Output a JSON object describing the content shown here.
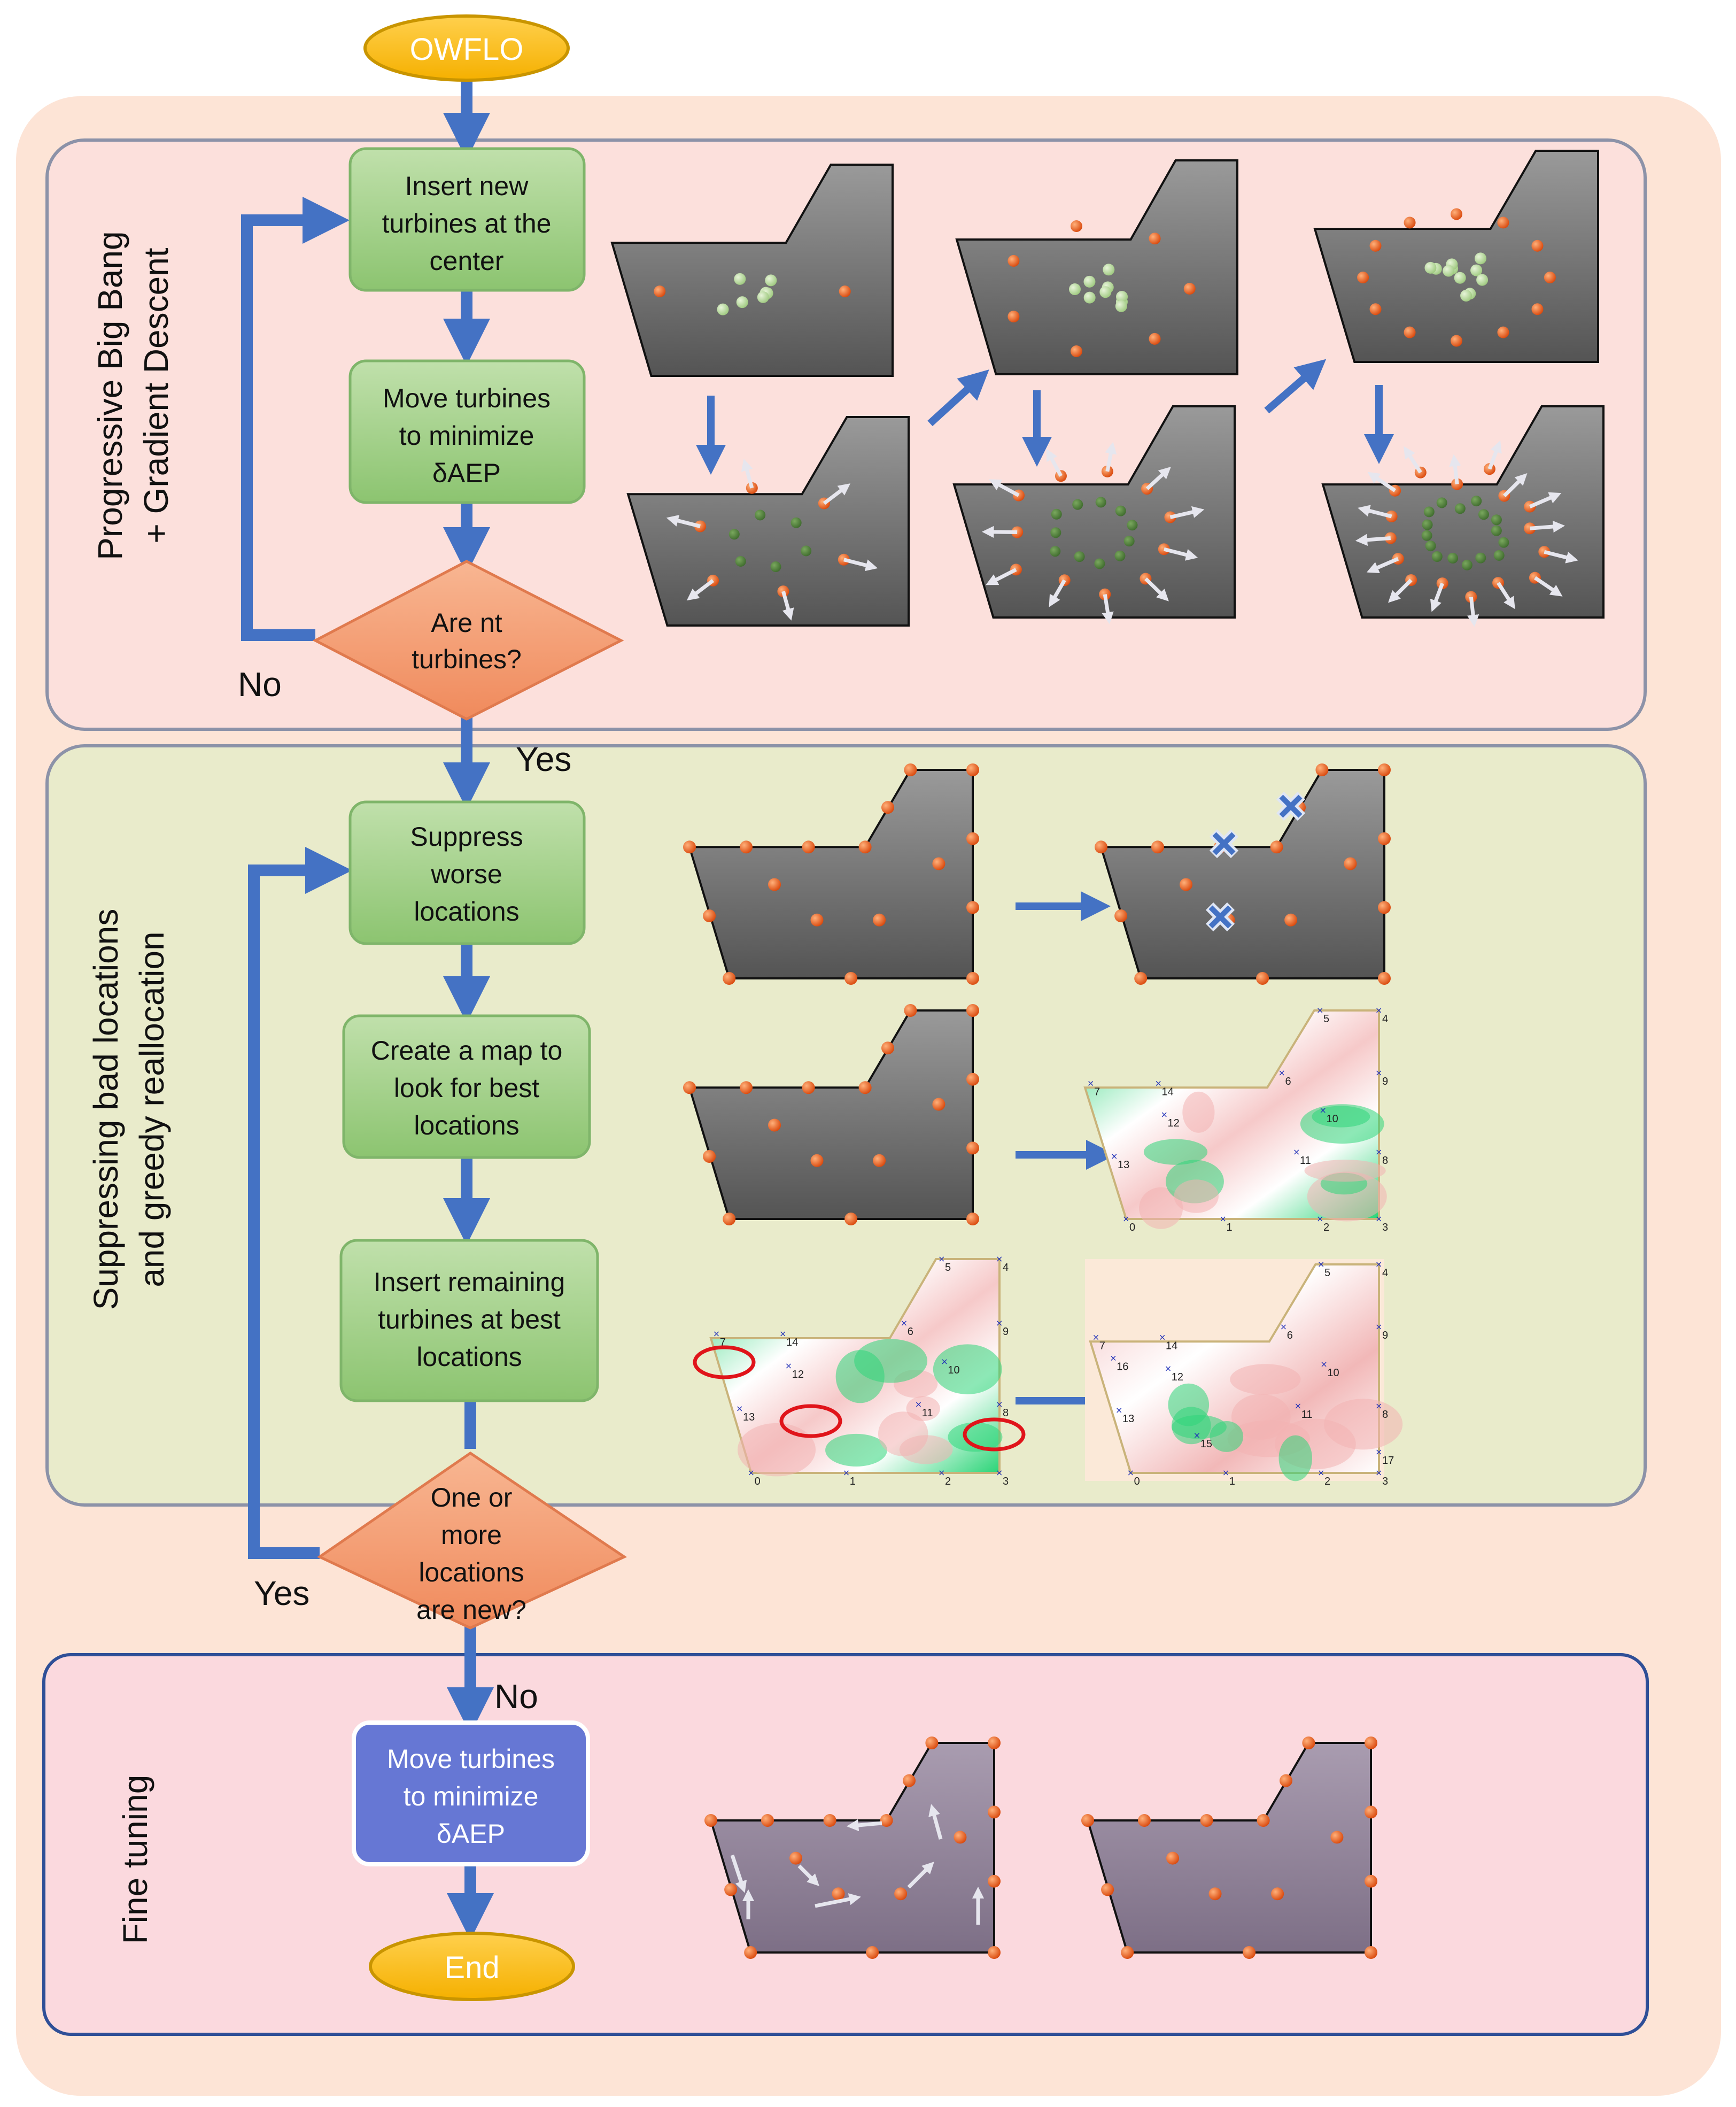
{
  "start": "OWFLO",
  "end": "End",
  "sections": {
    "bigbang": {
      "line1": "Progressive Big Bang",
      "line2": "+ Gradient Descent"
    },
    "suppress": {
      "line1": "Suppressing bad locations",
      "line2": "and  greedy reallocation"
    },
    "fine": {
      "line1": "Fine tuning"
    }
  },
  "steps": {
    "insert_center": [
      "Insert new",
      "turbines at the",
      "center"
    ],
    "move_gd": [
      "Move turbines",
      "to minimize",
      "δAEP"
    ],
    "check_nt": [
      "Are nt",
      "turbines?"
    ],
    "suppress": [
      "Suppress",
      "worse",
      "locations"
    ],
    "create_map": [
      "Create a map to",
      "look for best",
      "locations"
    ],
    "insert_remaining": [
      "Insert remaining",
      "turbines at best",
      "locations"
    ],
    "check_new": [
      "One or",
      "more",
      "locations",
      "are new?"
    ],
    "move_fine": [
      "Move turbines",
      "to minimize",
      "δAEP"
    ]
  },
  "edge_labels": {
    "no_loop1": "No",
    "yes_exit1": "Yes",
    "yes_loop2": "Yes",
    "no_exit2": "No"
  },
  "map_labels": {
    "map1": [
      "0",
      "1",
      "2",
      "3",
      "4",
      "5",
      "6",
      "7",
      "8",
      "9",
      "10",
      "11",
      "12",
      "13",
      "14"
    ],
    "map2": [
      "0",
      "1",
      "2",
      "3",
      "4",
      "5",
      "6",
      "7",
      "8",
      "9",
      "10",
      "11",
      "12",
      "13",
      "14"
    ],
    "map3": [
      "0",
      "1",
      "2",
      "3",
      "4",
      "5",
      "6",
      "7",
      "8",
      "9",
      "10",
      "11",
      "12",
      "13",
      "14",
      "15",
      "16",
      "17"
    ]
  },
  "colors": {
    "outer_bg": "#fde4d6",
    "bigbang_bg": "#fce0dc",
    "suppress_bg": "#e9ebcb",
    "fine_bg": "#fbd9de",
    "green_box": "#a3d08a",
    "salmon_diamond": "#f4a078",
    "oval": "#ffc000",
    "purple_box": "#6677d4",
    "arrow_blue": "#4472c4",
    "turbine": "#e8601a",
    "field": "#8d8d8d",
    "fine_field": "#998a9e"
  }
}
